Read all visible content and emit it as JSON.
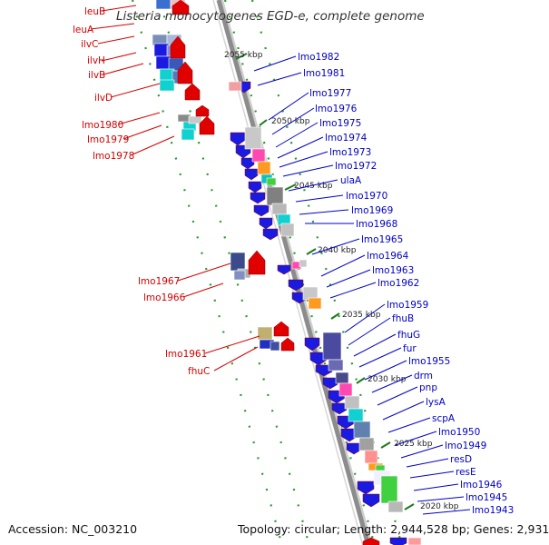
{
  "title": "Listeria monocytogenes EGD-e, complete genome",
  "accession": "Accession: NC_003210",
  "topology": "Topology: circular; Length: 2,944,528 bp; Genes: 2,931",
  "colors": {
    "backbone": "#8c8c8c",
    "guide_dots": "#2a9a2a",
    "left_labels": "#d40000",
    "right_labels": "#0000c8"
  },
  "kbp_ticks": [
    "2055 kbp",
    "2050 kbp",
    "2045 kbp",
    "2040 kbp",
    "2035 kbp",
    "2030 kbp",
    "2025 kbp",
    "2020 kbp"
  ],
  "left_genes": [
    "leuB",
    "leuA",
    "ilvC",
    "ilvH",
    "ilvB",
    "ilvD",
    "lmo1980",
    "lmo1979",
    "lmo1978",
    "lmo1967",
    "lmo1966",
    "lmo1961",
    "fhuC"
  ],
  "right_genes": [
    "lmo1982",
    "lmo1981",
    "lmo1977",
    "lmo1976",
    "lmo1975",
    "lmo1974",
    "lmo1973",
    "lmo1972",
    "ulaA",
    "lmo1970",
    "lmo1969",
    "lmo1968",
    "lmo1965",
    "lmo1964",
    "lmo1963",
    "lmo1962",
    "lmo1959",
    "fhuB",
    "fhuG",
    "fur",
    "lmo1955",
    "drm",
    "pnp",
    "lysA",
    "scpA",
    "lmo1950",
    "lmo1949",
    "resD",
    "resE",
    "lmo1946",
    "lmo1945",
    "lmo1943"
  ]
}
